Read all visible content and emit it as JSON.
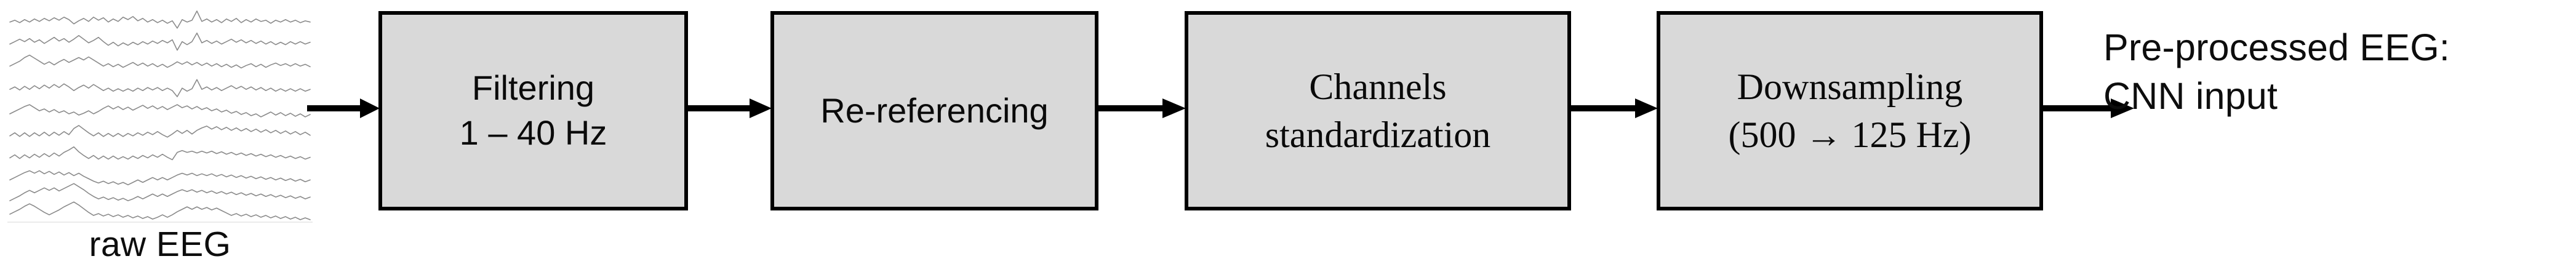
{
  "figure": {
    "type": "flow-diagram",
    "title": "EEG pre-processing pipeline",
    "background_color": "#ffffff",
    "box_fill_color": "#d9d9d9",
    "box_border_color": "#000000",
    "arrow_color": "#000000",
    "trace_color": "#808080"
  },
  "input": {
    "panel_name": "raw-eeg-traces",
    "label": "raw EEG",
    "channel_count": 10
  },
  "steps": [
    {
      "name": "filtering",
      "line1": "Filtering",
      "line2": "1 – 40 Hz",
      "text": "Filtering\n1 – 40 Hz",
      "font": "sans"
    },
    {
      "name": "re-referencing",
      "line1": "Re-referencing",
      "line2": "",
      "text": "Re-referencing",
      "font": "sans"
    },
    {
      "name": "channels-standardization",
      "line1": "Channels",
      "line2": "standardization",
      "text": "Channels\nstandardization",
      "font": "serif"
    },
    {
      "name": "downsampling",
      "line1": "Downsampling",
      "line2": "(500 → 125 Hz)",
      "text": "Downsampling\n(500 → 125 Hz)",
      "font": "serif"
    }
  ],
  "output": {
    "line1": "Pre-processed EEG:",
    "line2": "CNN input"
  },
  "arrows": [
    {
      "name": "arrow-raw-to-filtering"
    },
    {
      "name": "arrow-filtering-to-rereferencing"
    },
    {
      "name": "arrow-rereferencing-to-channels"
    },
    {
      "name": "arrow-channels-to-downsampling"
    },
    {
      "name": "arrow-downsampling-to-output"
    }
  ],
  "chart_data": {
    "type": "line",
    "title": "raw EEG",
    "xlabel": "",
    "ylabel": "",
    "grid": false,
    "legend": "none",
    "description": "Ten stacked multichannel EEG time-series traces rendered in gray, no axis ticks or labels shown.",
    "series": [
      {
        "name": "channel-1",
        "values": []
      },
      {
        "name": "channel-2",
        "values": []
      },
      {
        "name": "channel-3",
        "values": []
      },
      {
        "name": "channel-4",
        "values": []
      },
      {
        "name": "channel-5",
        "values": []
      },
      {
        "name": "channel-6",
        "values": []
      },
      {
        "name": "channel-7",
        "values": []
      },
      {
        "name": "channel-8",
        "values": []
      },
      {
        "name": "channel-9",
        "values": []
      },
      {
        "name": "channel-10",
        "values": []
      }
    ]
  }
}
